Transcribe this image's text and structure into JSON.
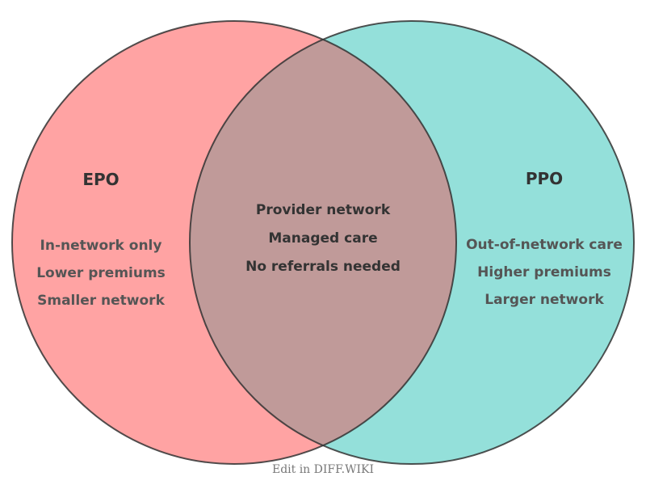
{
  "diagram": {
    "type": "venn",
    "left": {
      "title": "EPO",
      "color": "#ffa3a3",
      "items": [
        "In-network only",
        "Lower premiums",
        "Smaller network"
      ]
    },
    "right": {
      "title": "PPO",
      "color": "#94e0da",
      "items": [
        "Out-of-network care",
        "Higher premiums",
        "Larger network"
      ]
    },
    "overlap": {
      "color": "#c09a99",
      "items": [
        "Provider network",
        "Managed care",
        "No referrals needed"
      ]
    }
  },
  "footer": {
    "label": "Edit in DIFF.WIKI"
  }
}
